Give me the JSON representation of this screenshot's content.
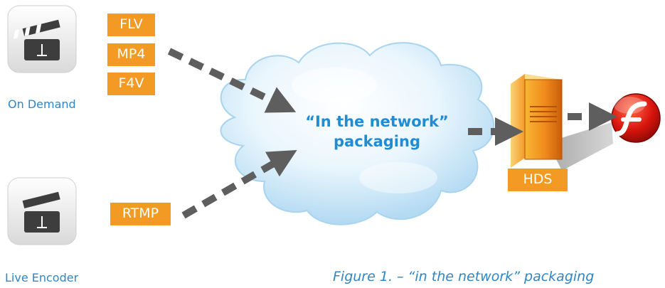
{
  "sources": {
    "on_demand": {
      "caption": "On Demand",
      "formats": [
        "FLV",
        "MP4",
        "F4V"
      ]
    },
    "live": {
      "caption": "Live Encoder",
      "formats": [
        "RTMP"
      ]
    }
  },
  "cloud": {
    "line1": "“In the network”",
    "line2": "packaging"
  },
  "server": {
    "label": "HDS"
  },
  "player": {
    "icon": "flash-player-icon"
  },
  "caption": "Figure 1. – “in the network” packaging",
  "colors": {
    "label_bg": "#F39A25",
    "blue_text": "#2E86C8",
    "cloud_text": "#1F8CD6",
    "arrow": "#5E5E5E"
  }
}
